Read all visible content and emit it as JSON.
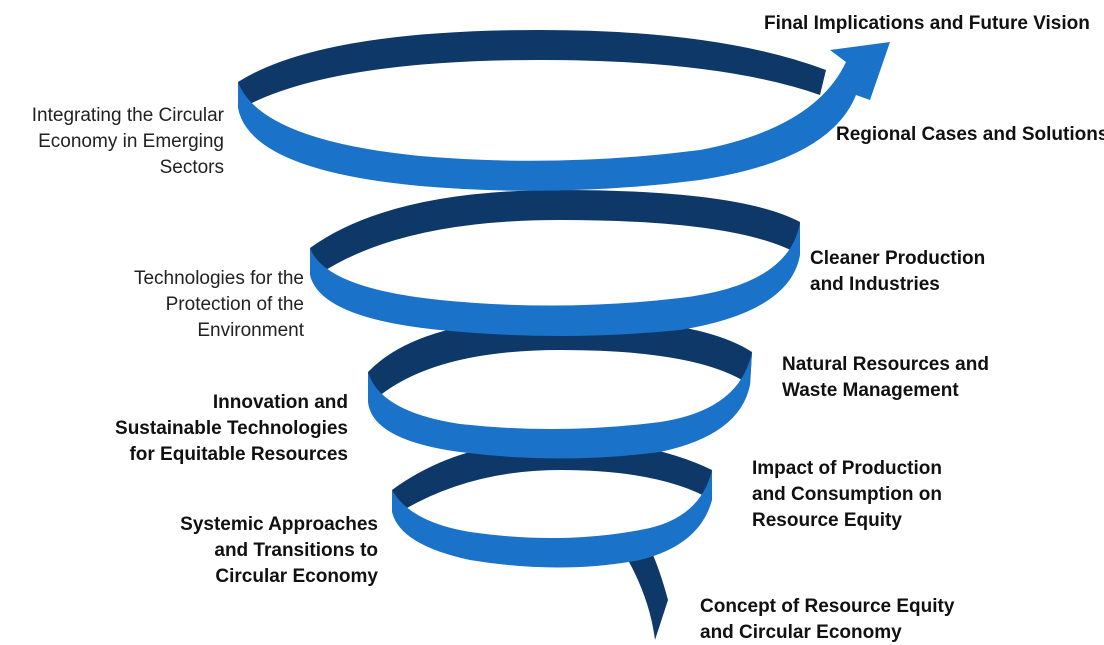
{
  "colors": {
    "ribbon_front": "#1a72c9",
    "ribbon_back": "#0d3868",
    "background": "#ffffff",
    "text": "#111111"
  },
  "stages": {
    "final": [
      "Final Implications and Future Vision"
    ],
    "regional": [
      "Regional Cases and Solutions"
    ],
    "circular_emerging": [
      "Integrating the Circular",
      "Economy in Emerging",
      "Sectors"
    ],
    "cleaner": [
      "Cleaner Production",
      "and Industries"
    ],
    "technologies": [
      "Technologies for the",
      "Protection of the",
      "Environment"
    ],
    "natural": [
      "Natural Resources and",
      "Waste Management"
    ],
    "innovation": [
      "Innovation and",
      "Sustainable Technologies",
      "for Equitable Resources"
    ],
    "impact": [
      "Impact of Production",
      "and Consumption on",
      "Resource Equity"
    ],
    "systemic": [
      "Systemic Approaches",
      "and Transitions to",
      "Circular Economy"
    ],
    "concept": [
      "Concept of Resource Equity",
      "and Circular Economy"
    ]
  }
}
